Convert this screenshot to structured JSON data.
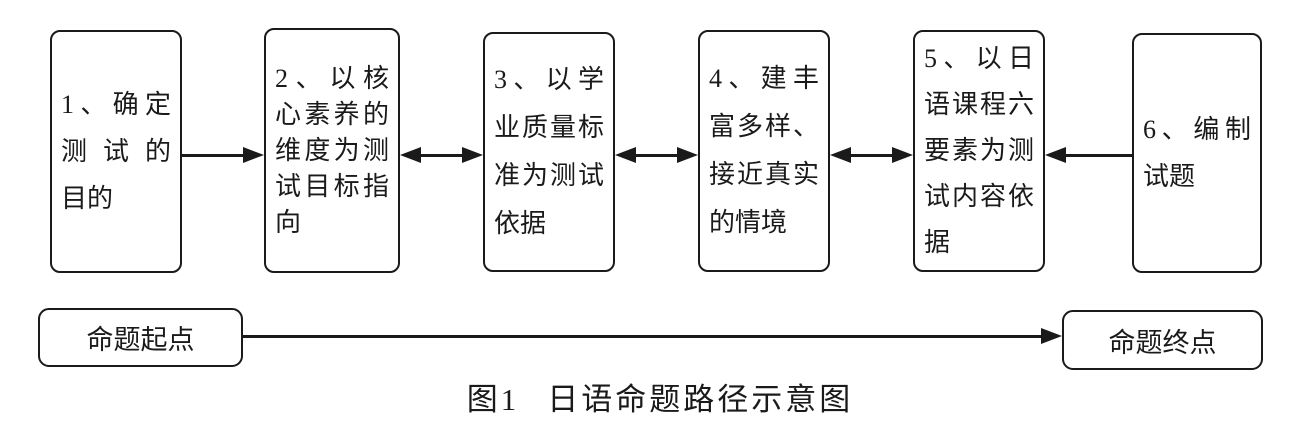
{
  "diagram": {
    "boxes": [
      {
        "text": "1、确定测试的目的",
        "lines": [
          "1、确定",
          "测试的",
          "目的"
        ]
      },
      {
        "text": "2、以核心素养的维度为测试目标指向",
        "lines": [
          "2、以核",
          "心素养的",
          "维度为测",
          "试目标指",
          "向"
        ]
      },
      {
        "text": "3、以学业质量标准为测试依据",
        "lines": [
          "3、以学",
          "业质量标",
          "准为测试",
          "依据"
        ]
      },
      {
        "text": "4、建丰富多样、接近真实的情境",
        "lines": [
          "4、建丰",
          "富多样、",
          "接近真实",
          "的情境"
        ]
      },
      {
        "text": "5、以日语课程六要素为测试内容依据",
        "lines": [
          "5、以日",
          "语课程六",
          "要素为测",
          "试内容依",
          "据"
        ]
      },
      {
        "text": "6、编制试题",
        "lines": [
          "6、编制",
          "试题"
        ]
      }
    ],
    "connectors": [
      {
        "between": [
          "box-1",
          "box-2"
        ],
        "type": "arrow-right"
      },
      {
        "between": [
          "box-2",
          "box-3"
        ],
        "type": "arrow-double"
      },
      {
        "between": [
          "box-3",
          "box-4"
        ],
        "type": "arrow-double"
      },
      {
        "between": [
          "box-4",
          "box-5"
        ],
        "type": "arrow-double"
      },
      {
        "between": [
          "box-6",
          "box-5"
        ],
        "type": "arrow-left"
      },
      {
        "between": [
          "start",
          "end"
        ],
        "type": "arrow-right"
      }
    ],
    "start_label": "命题起点",
    "end_label": "命题终点",
    "caption": {
      "fig": "图1",
      "title": "日语命题路径示意图"
    },
    "colors": {
      "line": "#1a1a1a",
      "background": "#ffffff"
    }
  }
}
